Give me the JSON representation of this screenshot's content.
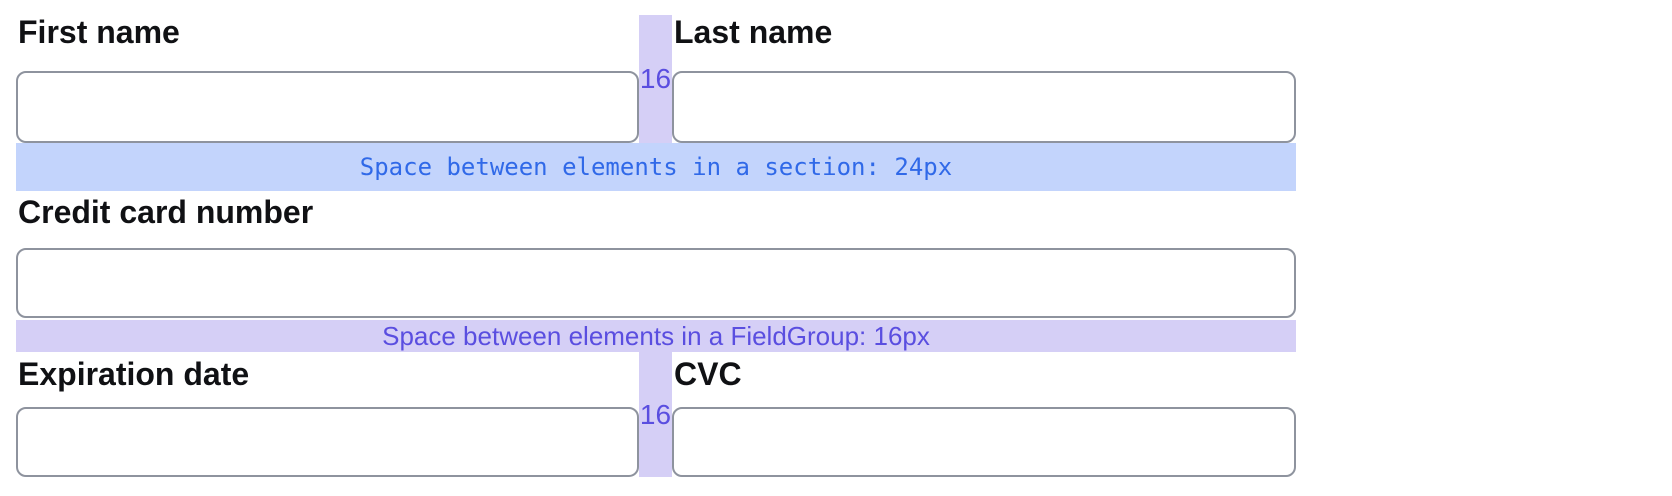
{
  "form": {
    "first_name": {
      "label": "First name",
      "value": ""
    },
    "last_name": {
      "label": "Last name",
      "value": ""
    },
    "card_number": {
      "label": "Credit card number",
      "value": ""
    },
    "expiration": {
      "label": "Expiration date",
      "value": ""
    },
    "cvc": {
      "label": "CVC",
      "value": ""
    }
  },
  "annotations": {
    "section_spacing": "Space between elements in a section: 24px",
    "fieldgroup_spacing": "Space between elements in a FieldGroup: 16px",
    "gutter_top": "16",
    "gutter_bottom": "16"
  },
  "colors": {
    "purple-band": "#d5cff6",
    "purple-text": "#5a4ee0",
    "blue-band": "#c3d4fc",
    "blue-text": "#3069e8",
    "input-border": "#8e939e",
    "label-text": "#101114"
  }
}
